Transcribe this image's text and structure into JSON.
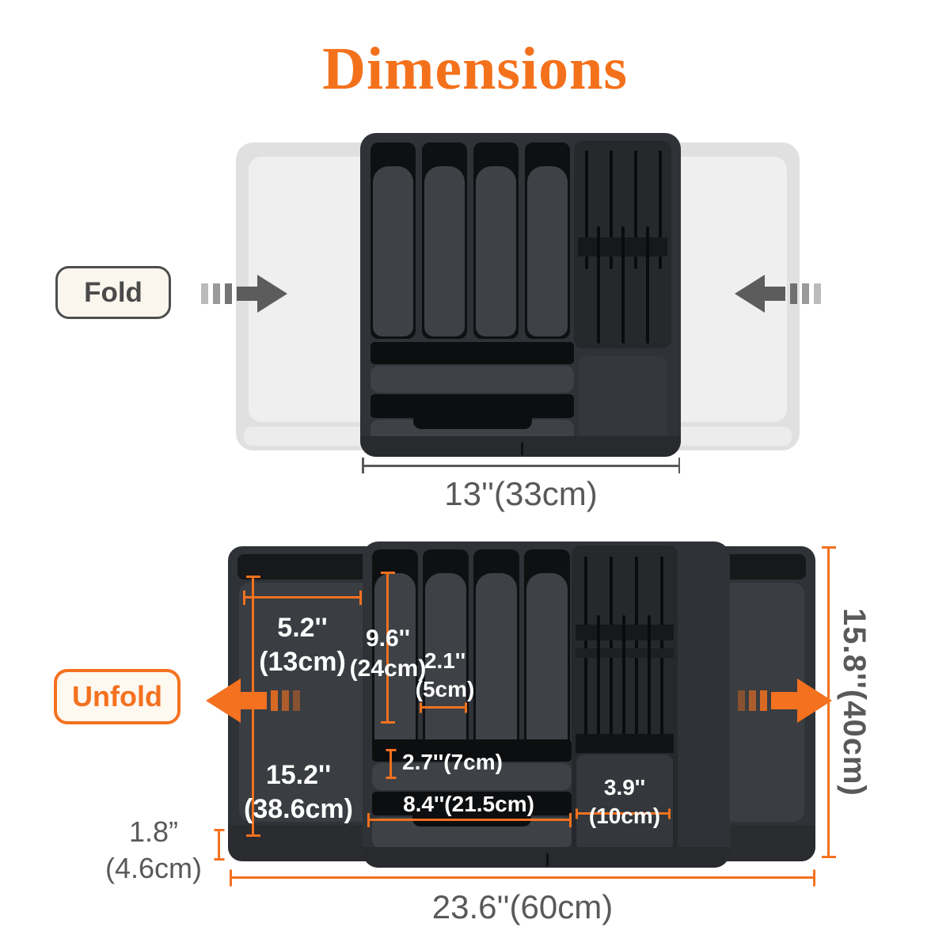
{
  "title": "Dimensions",
  "colors": {
    "accent": "#F4711F",
    "dim_text_gray": "#58595B",
    "tray_black": "#2F3236",
    "ghost_gray": "#E0E0E0"
  },
  "fold": {
    "label": "Fold",
    "width_label": "13''(33cm)"
  },
  "unfold": {
    "label": "Unfold",
    "left_panel_width": {
      "in": "5.2''",
      "cm": "(13cm)"
    },
    "slot_length": {
      "in": "9.6''",
      "cm": "(24cm)"
    },
    "slot_width": {
      "in": "2.1''",
      "cm": "(5cm)"
    },
    "tray_length": {
      "in": "15.2''",
      "cm": "(38.6cm)"
    },
    "mid_compartment_width": "2.7''(7cm)",
    "bottom_compartment_length": "8.4''(21.5cm)",
    "knife_compartment": {
      "in": "3.9''",
      "cm": "(10cm)"
    },
    "unfolded_depth_label": "15.8''(40cm)",
    "tray_height": {
      "in": "1.8”",
      "cm": "(4.6cm)"
    },
    "unfolded_width_label": "23.6''(60cm)"
  }
}
